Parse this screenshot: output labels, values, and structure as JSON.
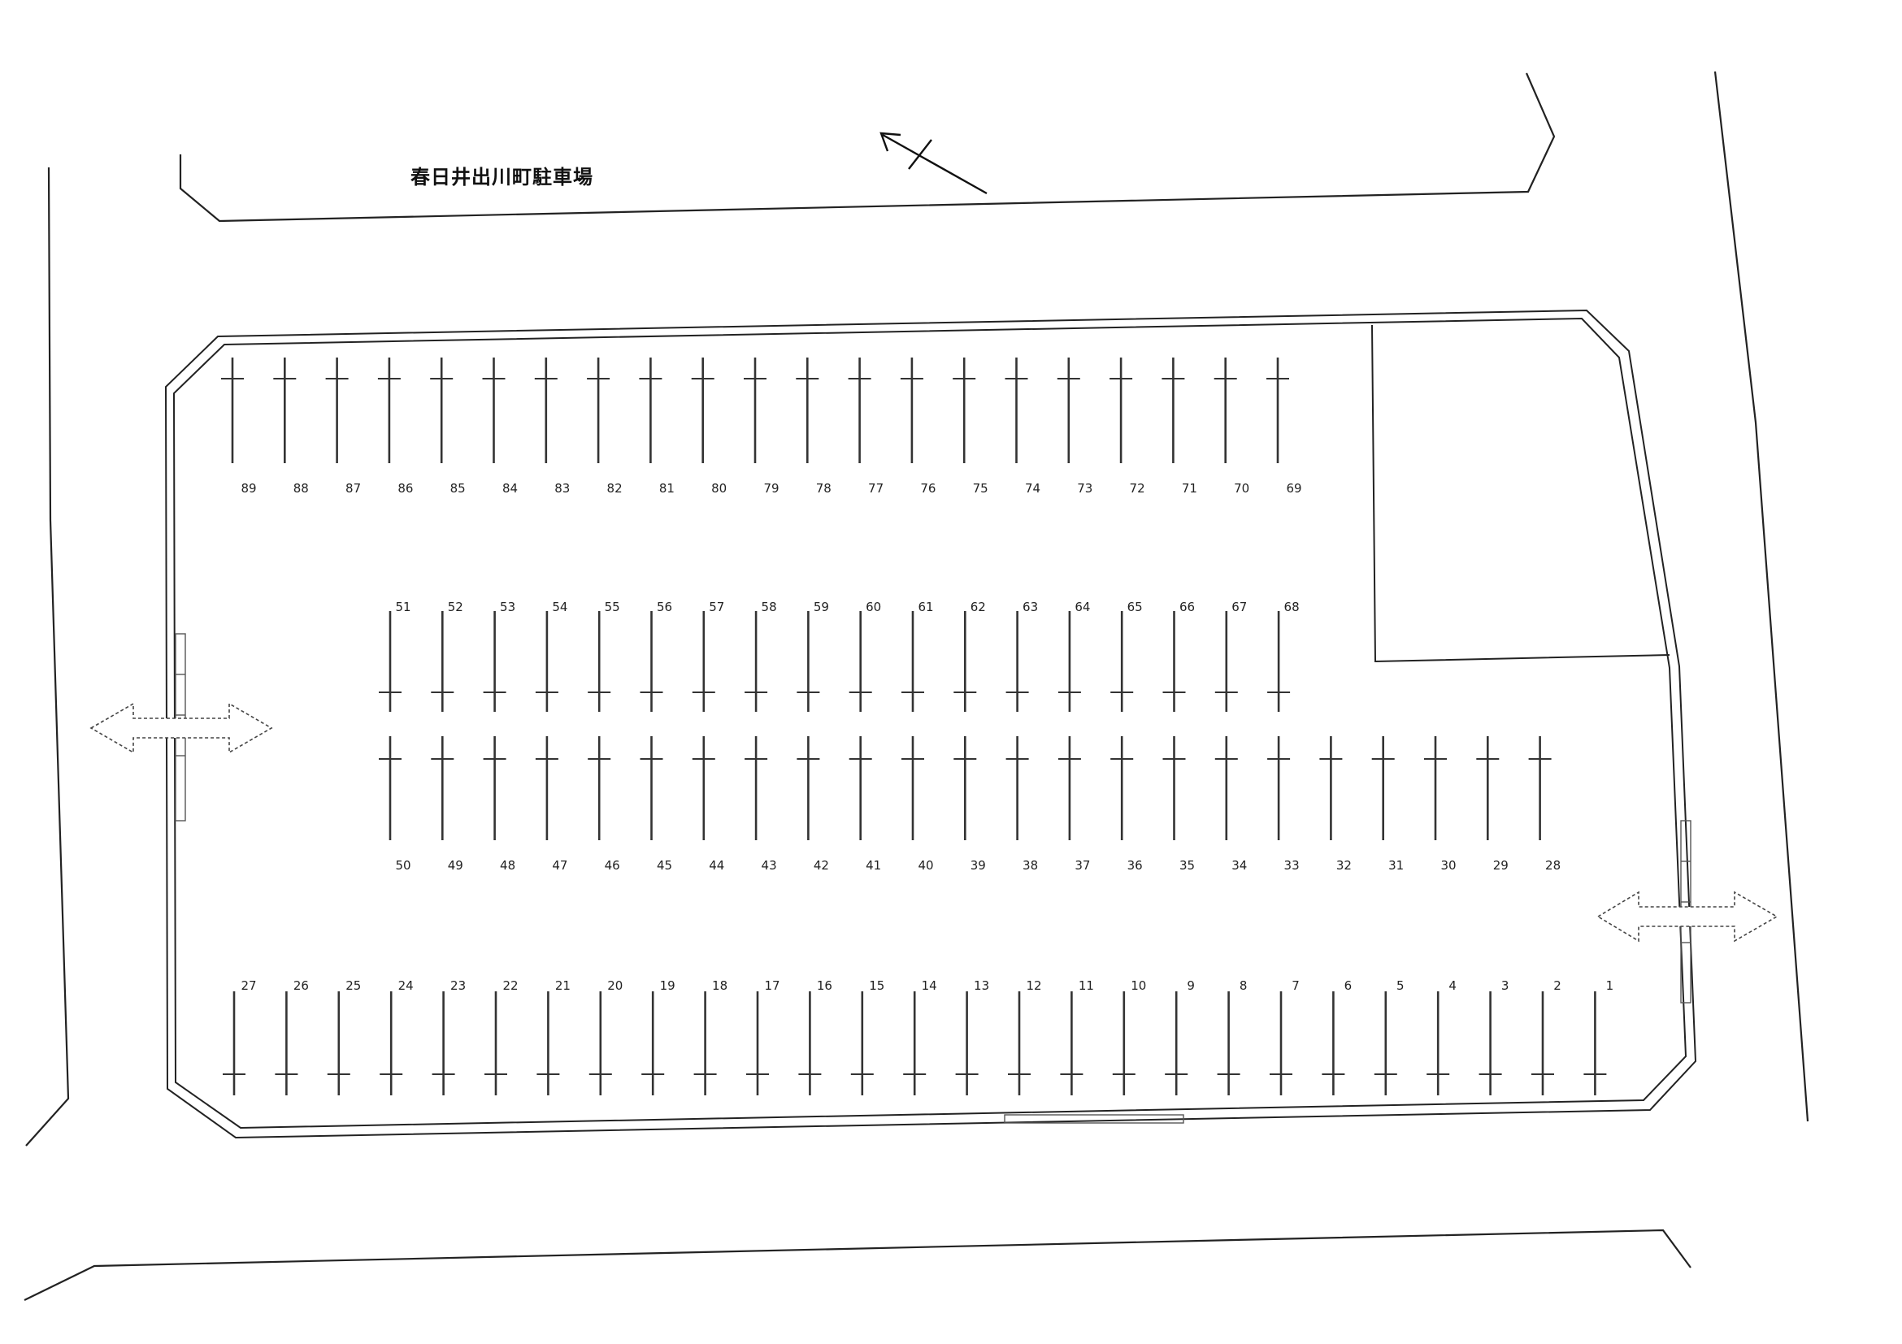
{
  "title": "春日井出川町駐車場",
  "rows": {
    "top": [
      89,
      88,
      87,
      86,
      85,
      84,
      83,
      82,
      81,
      80,
      79,
      78,
      77,
      76,
      75,
      74,
      73,
      72,
      71,
      70,
      69
    ],
    "middle_upper": [
      51,
      52,
      53,
      54,
      55,
      56,
      57,
      58,
      59,
      60,
      61,
      62,
      63,
      64,
      65,
      66,
      67,
      68
    ],
    "middle_lower": [
      50,
      49,
      48,
      47,
      46,
      45,
      44,
      43,
      42,
      41,
      40,
      39,
      38,
      37,
      36,
      35,
      34,
      33,
      32,
      31,
      30,
      29,
      28
    ],
    "bottom": [
      27,
      26,
      25,
      24,
      23,
      22,
      21,
      20,
      19,
      18,
      17,
      16,
      15,
      14,
      13,
      12,
      11,
      10,
      9,
      8,
      7,
      6,
      5,
      4,
      3,
      2,
      1
    ]
  },
  "icons": [
    "north-arrow-icon",
    "entrance-arrow-icon"
  ]
}
